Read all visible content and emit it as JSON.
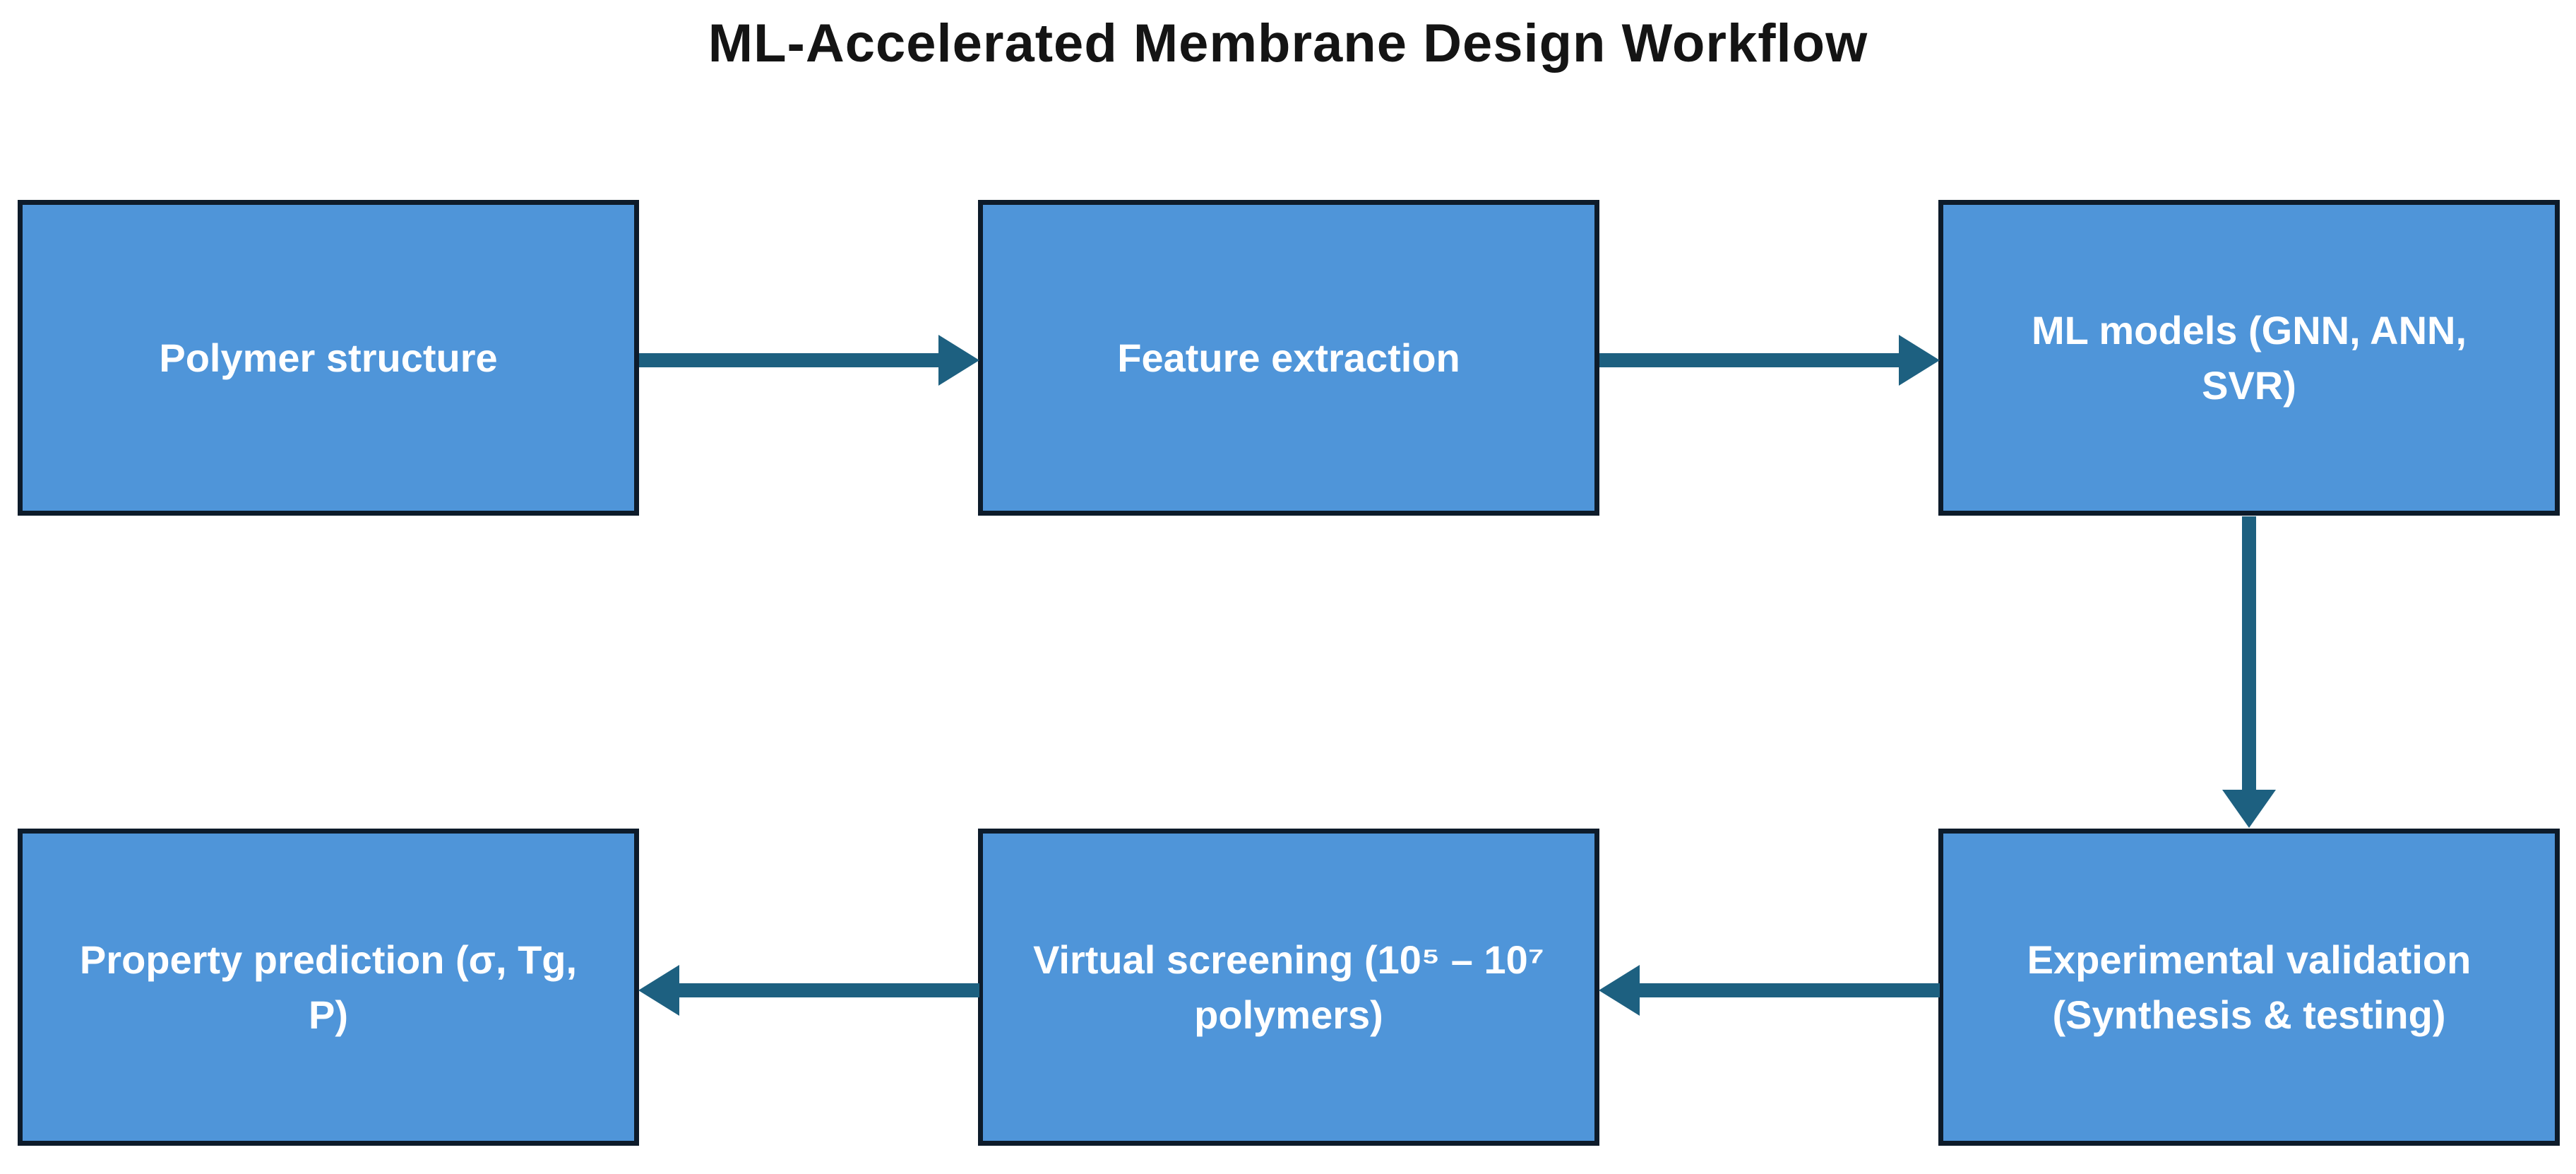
{
  "title": "ML-Accelerated Membrane Design Workflow",
  "colors": {
    "background": "#ffffff",
    "node_fill": "#4f95d9",
    "node_border": "#0d1b2a",
    "node_text": "#ffffff",
    "arrow": "#1d6080",
    "title_color": "#141414"
  },
  "diagram": {
    "nodes": [
      {
        "id": "polymer-structure",
        "label": "Polymer structure",
        "lines": [
          "Polymer structure"
        ]
      },
      {
        "id": "feature-extraction",
        "label": "Feature extraction",
        "lines": [
          "Feature extraction"
        ]
      },
      {
        "id": "ml-models",
        "label": "ML models (GNN, ANN, SVR)",
        "lines": [
          "ML models (GNN, ANN,",
          "SVR)"
        ]
      },
      {
        "id": "property-prediction",
        "label": "Property prediction (σ, Tg, P)",
        "lines": [
          "Property prediction (σ, Tg,",
          "P)"
        ]
      },
      {
        "id": "virtual-screening",
        "label": "Virtual screening (10⁵ – 10⁷ polymers)",
        "lines": [
          "Virtual screening (10⁵ – 10⁷",
          "polymers)"
        ]
      },
      {
        "id": "experimental-validation",
        "label": "Experimental validation (Synthesis & testing)",
        "lines": [
          "Experimental validation",
          "(Synthesis & testing)"
        ]
      }
    ],
    "edges": [
      {
        "from": "polymer-structure",
        "to": "feature-extraction",
        "direction": "right"
      },
      {
        "from": "feature-extraction",
        "to": "ml-models",
        "direction": "right"
      },
      {
        "from": "ml-models",
        "to": "experimental-validation",
        "direction": "down"
      },
      {
        "from": "experimental-validation",
        "to": "virtual-screening",
        "direction": "left"
      },
      {
        "from": "virtual-screening",
        "to": "property-prediction",
        "direction": "left"
      }
    ]
  }
}
